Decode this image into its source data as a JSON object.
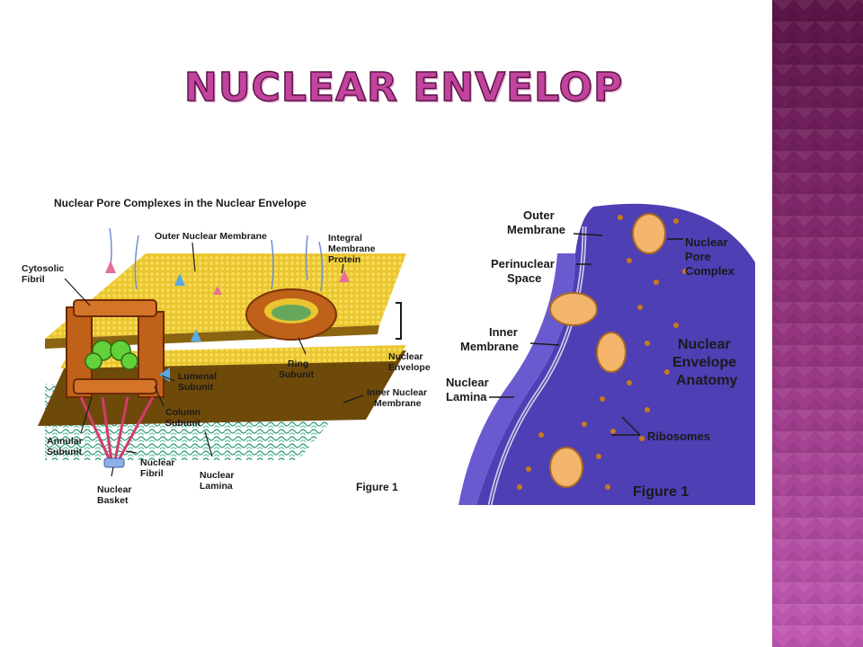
{
  "slide": {
    "title": "NUCLEAR ENVELOP",
    "accent_color": "#c2449e",
    "sidebar_color": "#8e2f77"
  },
  "figure_left": {
    "heading": "Nuclear Pore Complexes in the Nuclear Envelope",
    "labels": {
      "outer_membrane": "Outer Nuclear Membrane",
      "integral_1": "Integral",
      "integral_2": "Membrane",
      "integral_3": "Protein",
      "cytosolic_1": "Cytosolic",
      "cytosolic_2": "Fibril",
      "lumenal_1": "Lumenal",
      "lumenal_2": "Subunit",
      "ring_1": "Ring",
      "ring_2": "Subunit",
      "envelope_1": "Nuclear",
      "envelope_2": "Envelope",
      "inner_1": "Inner Nuclear",
      "inner_2": "Membrane",
      "column_1": "Column",
      "column_2": "Subunit",
      "annular_1": "Annular",
      "annular_2": "Subunit",
      "fibril_1": "Nuclear",
      "fibril_2": "Fibril",
      "lamina_1": "Nuclear",
      "lamina_2": "Lamina",
      "basket_1": "Nuclear",
      "basket_2": "Basket"
    },
    "caption": "Figure 1"
  },
  "figure_right": {
    "labels": {
      "outer_1": "Outer",
      "outer_2": "Membrane",
      "peri_1": "Perinuclear",
      "peri_2": "Space",
      "inner_1": "Inner",
      "inner_2": "Membrane",
      "lamina_1": "Nuclear",
      "lamina_2": "Lamina",
      "npc_1": "Nuclear",
      "npc_2": "Pore",
      "npc_3": "Complex",
      "anat_1": "Nuclear",
      "anat_2": "Envelope",
      "anat_3": "Anatomy",
      "ribosomes": "Ribosomes"
    },
    "caption": "Figure 1"
  }
}
